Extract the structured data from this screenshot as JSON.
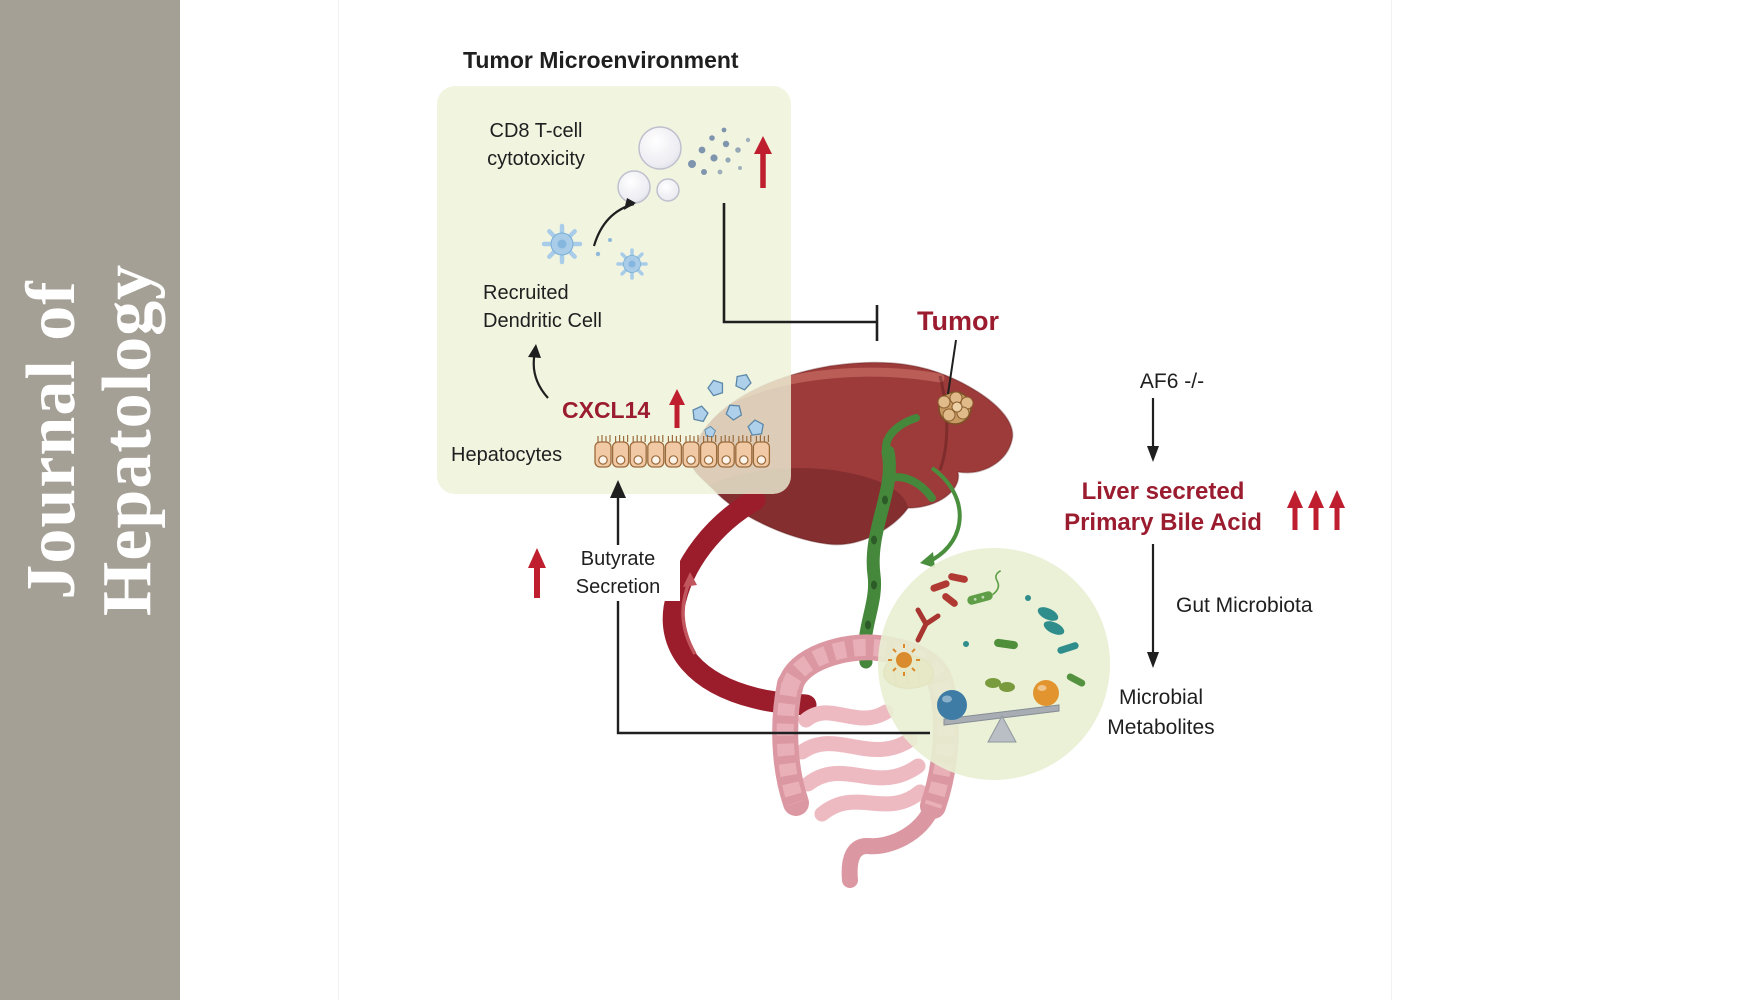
{
  "journal": {
    "line1": "Journal of",
    "line2": "Hepatology"
  },
  "tme": {
    "title": "Tumor Microenvironment",
    "cd8_line1": "CD8 T-cell",
    "cd8_line2": "cytotoxicity",
    "dc_line1": "Recruited",
    "dc_line2": "Dendritic Cell",
    "cxcl14": "CXCL14",
    "hepatocytes": "Hepatocytes"
  },
  "tumor_label": "Tumor",
  "butyrate_line1": "Butyrate",
  "butyrate_line2": "Secretion",
  "pathway": {
    "af6": "AF6 -/-",
    "bile_line1": "Liver secreted",
    "bile_line2": "Primary Bile Acid",
    "gut_microbiota": "Gut Microbiota",
    "metabolites_line1": "Microbial",
    "metabolites_line2": "Metabolites"
  },
  "colors": {
    "sidebar": "#a5a096",
    "ink": "#1f1f1f",
    "dark-red": "#9b1b2f",
    "arrow-red": "#be1e2d",
    "box-green": "#eef2da",
    "circle-green": "#e8efd3",
    "liver-red": "#9d3b3a",
    "vessel-red": "#9b1d2c",
    "vessel-green": "#45883b",
    "intestine-pink": "#dc98a2",
    "intestine-light": "#eebac2",
    "hepatocyte-tan": "#f1c9a4",
    "hepatocyte-line": "#9c6b3c",
    "dc-blue": "#a9cde9",
    "pentagon-blue": "#aed0ea",
    "ball-blue": "#3e7ca6",
    "ball-orange": "#e2952f"
  }
}
